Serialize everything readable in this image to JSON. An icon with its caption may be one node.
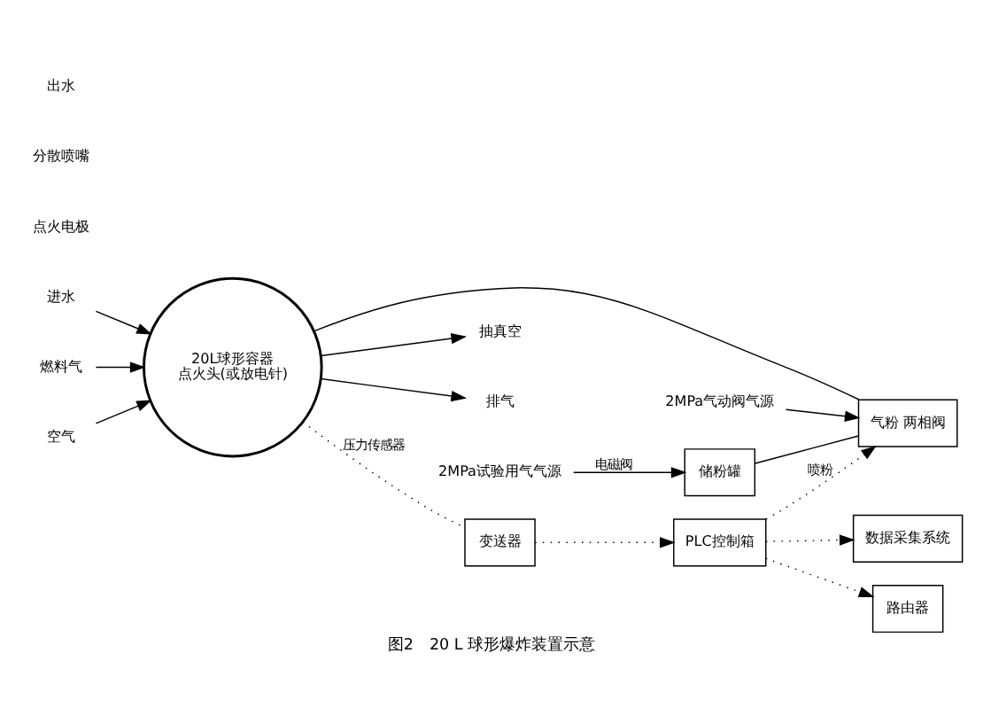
{
  "diagram": {
    "caption": "图2　20 L 球形爆炸装置示意",
    "nodes": [
      {
        "text": [
          "20L球形容器",
          "点火头(或放电针)"
        ]
      },
      {
        "text": [
          "进水"
        ]
      },
      {
        "text": [
          "抽真空"
        ]
      },
      {
        "text": [
          "排气"
        ]
      },
      {
        "text": [
          "2MPa气动阀气源"
        ]
      },
      {
        "text": [
          "气粉 两相阀"
        ]
      },
      {
        "text": [
          "储粉罐"
        ]
      },
      {
        "text": [
          "2MPa试验用气气源"
        ]
      },
      {
        "text": [
          "燃料气"
        ]
      },
      {
        "text": [
          "空气"
        ]
      },
      {
        "text": [
          "变送器"
        ]
      },
      {
        "text": [
          "PLC控制箱"
        ]
      },
      {
        "text": [
          "数据采集系统"
        ]
      },
      {
        "text": [
          "路由器"
        ]
      }
    ],
    "edges": [
      {
        "from": 1,
        "to": 0,
        "arrow": "to"
      },
      {
        "from": 0,
        "to": 2,
        "arrow": "to"
      },
      {
        "from": 0,
        "to": 3,
        "arrow": "to"
      },
      {
        "from": 4,
        "to": 5,
        "arrow": "to"
      },
      {
        "from": 7,
        "to": 6,
        "arrow": "to",
        "label": "电磁阀"
      },
      {
        "from": 6,
        "to": 5,
        "arrow": "none"
      },
      {
        "from": 5,
        "to": 0,
        "arrow": "none"
      },
      {
        "from": 8,
        "to": 0,
        "arrow": "to"
      },
      {
        "from": 9,
        "to": 0,
        "arrow": "to"
      },
      {
        "from": 0,
        "to": 10,
        "arrow": "none",
        "style": "dashed",
        "label": "压力传感器"
      },
      {
        "from": 10,
        "to": 11,
        "arrow": "to",
        "style": "dashed"
      },
      {
        "from": 11,
        "to": 5,
        "arrow": "to",
        "style": "dashed",
        "label": "喷粉"
      },
      {
        "from": 11,
        "to": 12,
        "arrow": "to",
        "style": "dashed"
      },
      {
        "from": 11,
        "to": 13,
        "arrow": "to",
        "style": "dashed"
      }
    ],
    "labels": [
      "点火电极",
      "分散喷嘴",
      "出水"
    ]
  }
}
